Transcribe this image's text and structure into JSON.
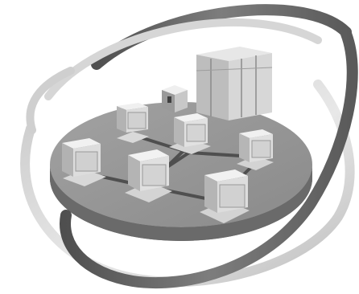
{
  "illustration": {
    "subject": "network-illustration",
    "elements": [
      "orbit-ring",
      "platform-disc",
      "server-rack",
      "hub-device",
      "workstation",
      "network-cable"
    ],
    "workstation_count": 6,
    "palette": {
      "background": "#ffffff",
      "platform_top": "#8e8e8e",
      "platform_edge": "#5a5a5a",
      "ring_dark": "#5f5f5f",
      "ring_light": "#d4d4d4",
      "device_light": "#e2e2e2",
      "device_mid": "#b9b9b9",
      "device_dark": "#7c7c7c"
    }
  }
}
